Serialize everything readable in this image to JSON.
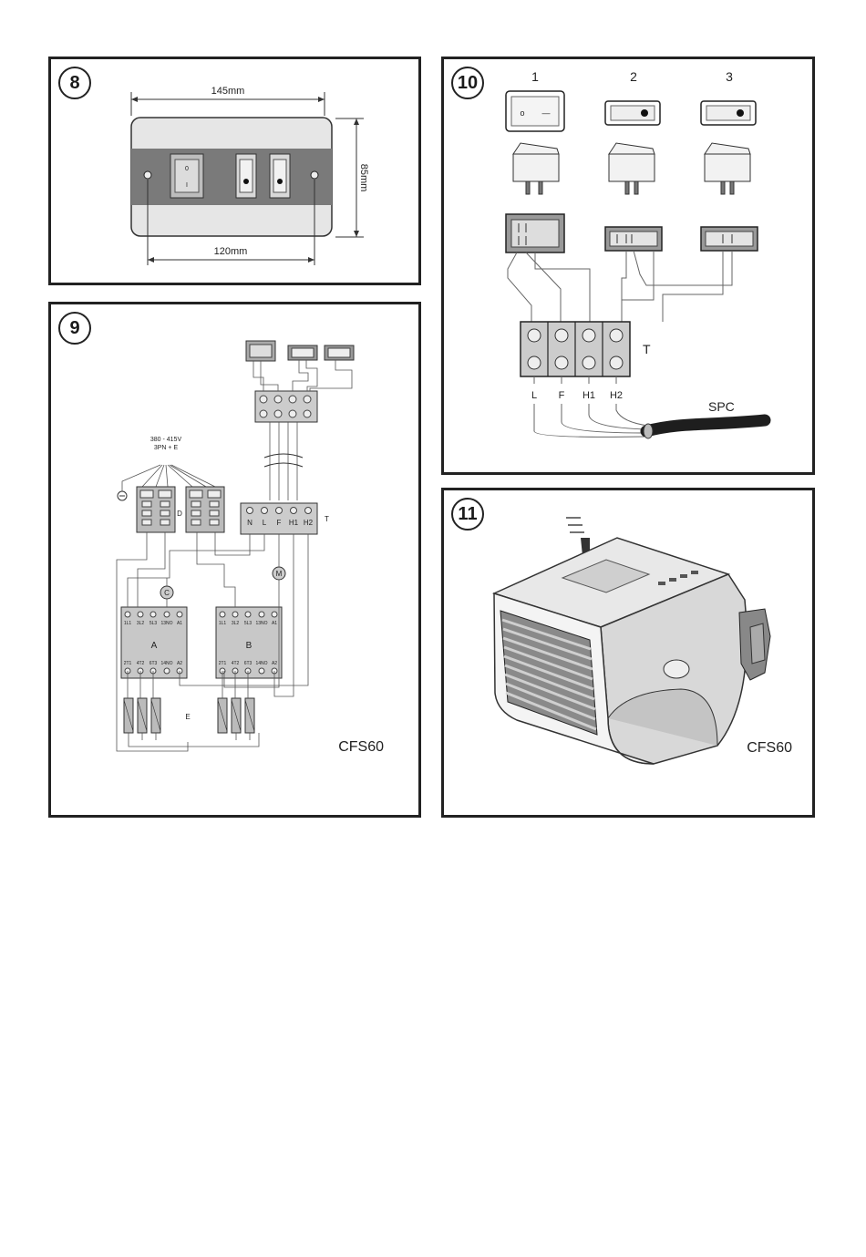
{
  "fig8": {
    "badge": "8",
    "width_label": "145mm",
    "height_label": "85mm",
    "inner_width_label": "120mm",
    "switch1_on": "0",
    "switch1_off": "I"
  },
  "fig9": {
    "badge": "9",
    "supply_line1": "380 - 415V",
    "supply_line2": "3PN + E",
    "isolator_label": "D",
    "terminal_label": "T",
    "terminals": [
      "N",
      "L",
      "F",
      "H1",
      "H2"
    ],
    "contactor_a": "A",
    "contactor_b": "B",
    "contactor_top_terms": [
      "1L1",
      "3L2",
      "5L3",
      "13NO",
      "A1"
    ],
    "contactor_bottom_terms": [
      "2T1",
      "4T2",
      "6T3",
      "14NO",
      "A2"
    ],
    "element_label": "E",
    "fan_thermostat": "C",
    "motor": "M",
    "model": "CFS60"
  },
  "fig10": {
    "badge": "10",
    "switch_numbers": [
      "1",
      "2",
      "3"
    ],
    "switch1_on": "o",
    "switch1_off": "—",
    "terminal_label": "T",
    "terminals": [
      "L",
      "F",
      "H1",
      "H2"
    ],
    "cable_label": "SPC"
  },
  "fig11": {
    "badge": "11",
    "model": "CFS60"
  }
}
